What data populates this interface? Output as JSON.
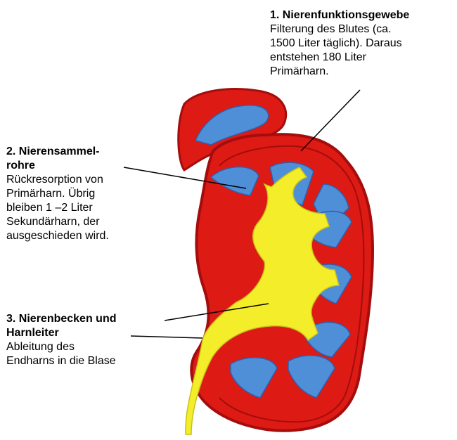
{
  "colors": {
    "cortex": "#dd1a14",
    "cortex_dark": "#b01010",
    "pyramids": "#4f8fd8",
    "pelvis": "#f4ee2a",
    "leader_line": "#000000"
  },
  "labels": [
    {
      "title": "1. Nierenfunktionsgewebe",
      "lines": [
        "Filterung des Blutes (ca.",
        "1500 Liter täglich). Daraus",
        "entstehen 180 Liter",
        "Primärharn."
      ]
    },
    {
      "title_lines": [
        "2. Nierensammel-",
        "rohre"
      ],
      "lines": [
        "Rückresorption von",
        "Primärharn. Übrig",
        "bleiben 1 –2 Liter",
        "Sekundärharn, der",
        "ausgeschieden wird."
      ]
    },
    {
      "title_lines": [
        "3. Nierenbecken und",
        "Harnleiter"
      ],
      "lines": [
        "Ableitung des",
        "Endharns in die Blase"
      ]
    }
  ]
}
